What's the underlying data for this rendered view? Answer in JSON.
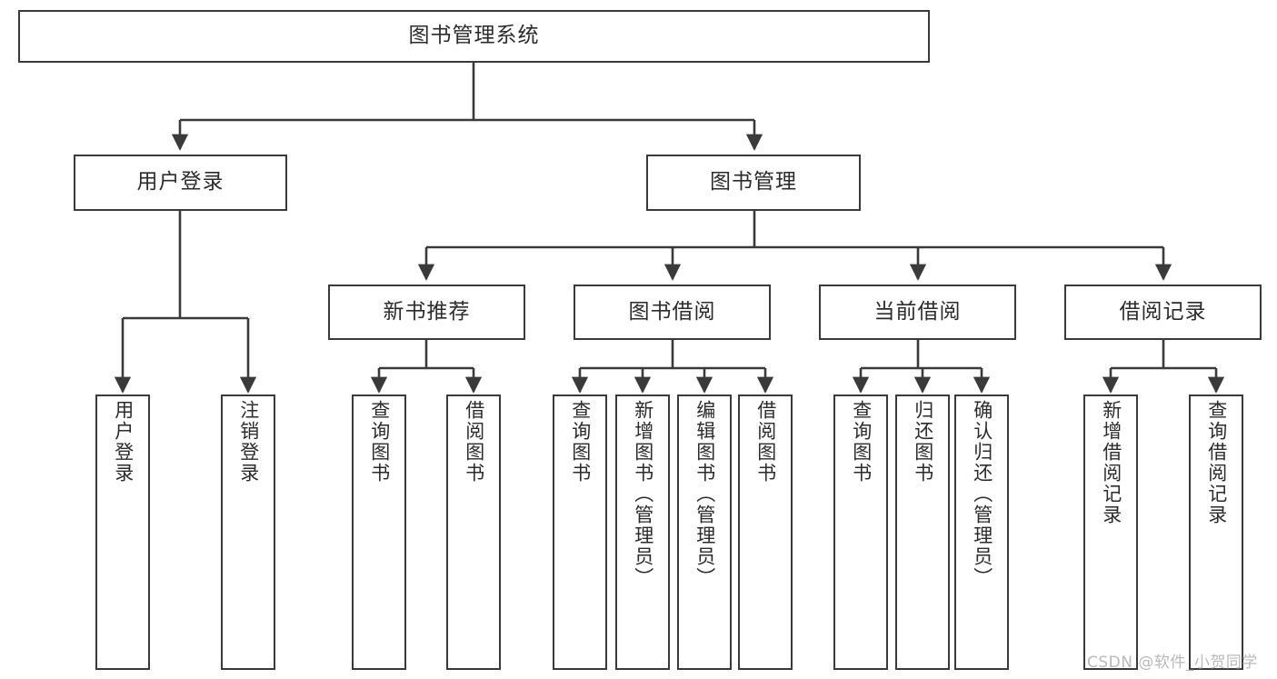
{
  "diagram": {
    "title": "图书管理系统",
    "type": "hierarchy-tree",
    "orientation": "top-down",
    "levels": 4,
    "colors": {
      "box_border": "#3a3a3a",
      "box_fill": "#ffffff",
      "connector": "#3a3a3a",
      "text": "#2b2b2b",
      "watermark": "#b9b9b9",
      "background": "#ffffff"
    }
  },
  "root": {
    "label": "图书管理系统"
  },
  "level1": [
    {
      "label": "用户登录"
    },
    {
      "label": "图书管理"
    }
  ],
  "level2": [
    {
      "label": "新书推荐"
    },
    {
      "label": "图书借阅"
    },
    {
      "label": "当前借阅"
    },
    {
      "label": "借阅记录"
    }
  ],
  "leaves": {
    "user_login": [
      {
        "label": "用户登录"
      },
      {
        "label": "注销登录"
      }
    ],
    "new_book_recommend": [
      {
        "label": "查询图书"
      },
      {
        "label": "借阅图书"
      }
    ],
    "book_borrow": [
      {
        "label": "查询图书"
      },
      {
        "label": "新增图书（管理员）"
      },
      {
        "label": "编辑图书（管理员）"
      },
      {
        "label": "借阅图书"
      }
    ],
    "current_borrow": [
      {
        "label": "查询图书"
      },
      {
        "label": "归还图书"
      },
      {
        "label": "确认归还（管理员）"
      }
    ],
    "borrow_record": [
      {
        "label": "新增借阅记录"
      },
      {
        "label": "查询借阅记录"
      }
    ]
  },
  "watermark": {
    "text": "CSDN @软件_小贺同学"
  }
}
